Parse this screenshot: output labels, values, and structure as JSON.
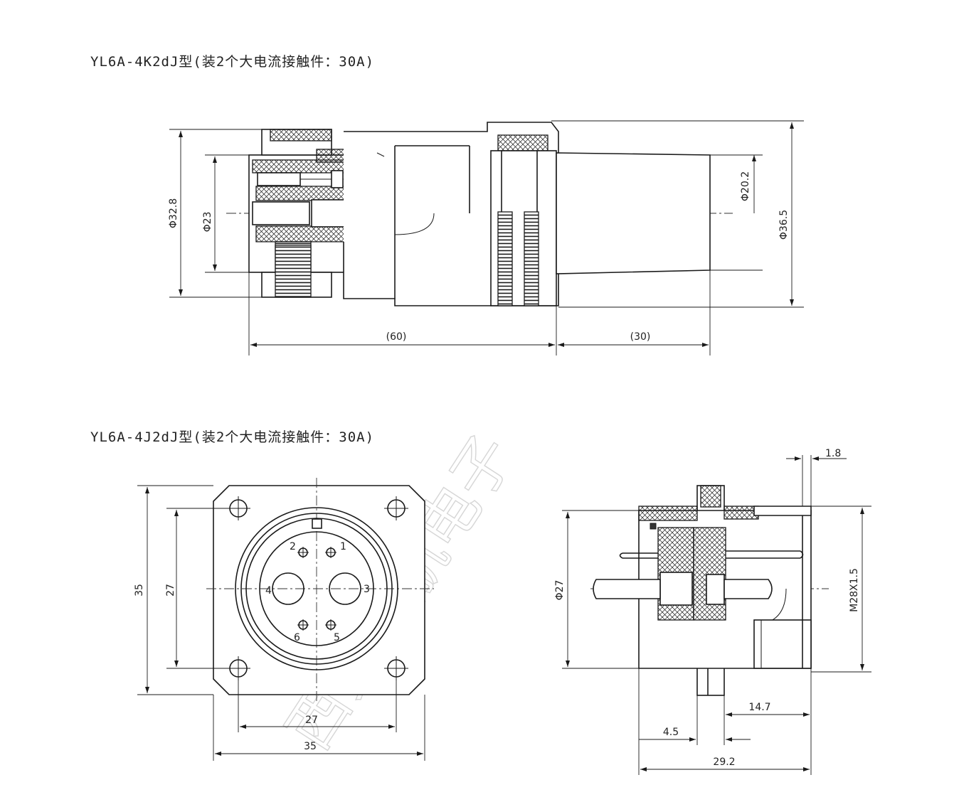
{
  "titles": {
    "top": "YL6A-4K2dJ型(装2个大电流接触件：30A)",
    "bottom": "YL6A-4J2dJ型(装2个大电流接触件：30A)"
  },
  "plug_view": {
    "dims": {
      "outer_dia": "Φ32.8",
      "inner_dia": "Φ23",
      "cable_dia": "Φ20.2",
      "max_dia": "Φ36.5",
      "body_length": "(60)",
      "tail_length": "(30)"
    }
  },
  "front_view": {
    "dims": {
      "height_outer": "35",
      "height_inner": "27",
      "width_inner": "27",
      "width_outer": "35"
    },
    "pins": [
      "1",
      "2",
      "3",
      "4",
      "5",
      "6"
    ]
  },
  "receptacle_view": {
    "dims": {
      "flange": "1.8",
      "dia": "Φ27",
      "thread": "M28X1.5",
      "len_a": "14.7",
      "len_b": "4.5",
      "len_total": "29.2"
    }
  },
  "watermark": "西安迪航电子"
}
